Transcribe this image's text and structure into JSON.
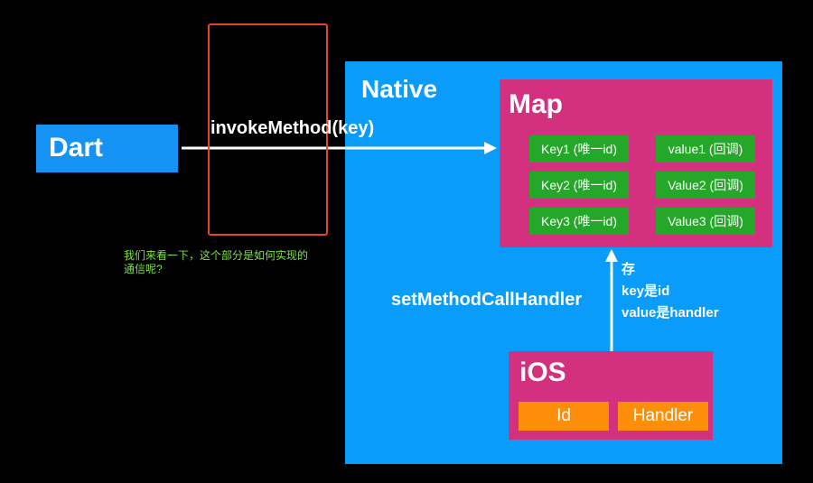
{
  "dart": {
    "label": "Dart"
  },
  "native": {
    "label": "Native"
  },
  "map": {
    "label": "Map",
    "keys": [
      "Key1 (唯一id)",
      "Key2 (唯一id)",
      "Key3 (唯一id)"
    ],
    "values": [
      "value1 (回调)",
      "Value2 (回调)",
      "Value3 (回调)"
    ]
  },
  "ios": {
    "label": "iOS",
    "id_label": "Id",
    "handler_label": "Handler"
  },
  "invoke_label": "invokeMethod(key)",
  "setmethod_label": "setMethodCallHandler",
  "store_lines": [
    "存",
    "key是id",
    "value是handler"
  ],
  "note_lines": [
    "我们来看一下，这个部分是如何实现的",
    "通信呢?"
  ],
  "colors": {
    "background": "#000000",
    "dart_blue": "#1493F5",
    "native_blue": "#0A9CFA",
    "magenta": "#D3317F",
    "green": "#25A829",
    "orange": "#FD8E0A",
    "highlight_red": "#E8442A",
    "note_green": "#7BE23A"
  }
}
